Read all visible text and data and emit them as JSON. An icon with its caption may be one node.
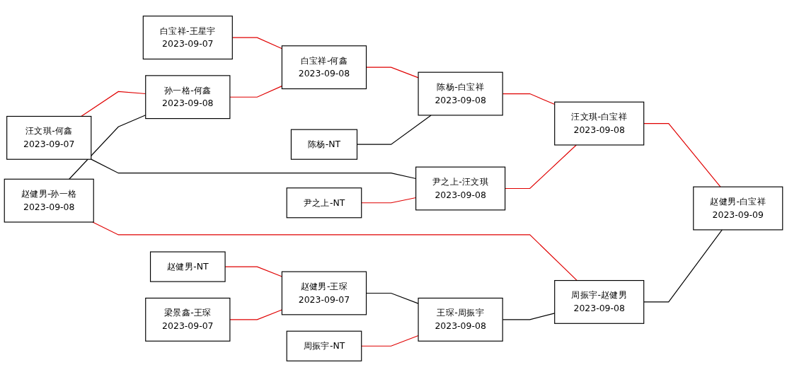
{
  "diagram": {
    "nodes": [
      {
        "text": [
          "汪文琪-何鑫",
          "2023-09-07"
        ]
      },
      {
        "text": [
          "赵健男-孙一格",
          "2023-09-08"
        ]
      },
      {
        "text": [
          "白宝祥-王星宇",
          "2023-09-07"
        ]
      },
      {
        "text": [
          "孙一格-何鑫",
          "2023-09-08"
        ]
      },
      {
        "text": [
          "陈杨-NT"
        ]
      },
      {
        "text": [
          "尹之上-NT"
        ]
      },
      {
        "text": [
          "赵健男-NT"
        ]
      },
      {
        "text": [
          "梁景鑫-王琛",
          "2023-09-07"
        ]
      },
      {
        "text": [
          "周振宇-NT"
        ]
      },
      {
        "text": [
          "白宝祥-何鑫",
          "2023-09-08"
        ]
      },
      {
        "text": [
          "赵健男-王琛",
          "2023-09-07"
        ]
      },
      {
        "text": [
          "陈杨-白宝祥",
          "2023-09-08"
        ]
      },
      {
        "text": [
          "尹之上-汪文琪",
          "2023-09-08"
        ]
      },
      {
        "text": [
          "王琛-周振宇",
          "2023-09-08"
        ]
      },
      {
        "text": [
          "汪文琪-白宝祥",
          "2023-09-08"
        ]
      },
      {
        "text": [
          "周振宇-赵健男",
          "2023-09-08"
        ]
      },
      {
        "text": [
          "赵健男-白宝祥",
          "2023-09-09"
        ]
      }
    ],
    "edges": [
      {
        "from": 0,
        "to": 3,
        "arrow": "none"
      },
      {
        "from": 1,
        "to": 3,
        "arrow": "none",
        "color": "#000000"
      },
      {
        "from": 0,
        "to": 12,
        "arrow": "none",
        "color": "#000000"
      },
      {
        "from": 1,
        "to": 15,
        "arrow": "none"
      },
      {
        "from": 2,
        "to": 9,
        "arrow": "none"
      },
      {
        "from": 3,
        "to": 9,
        "arrow": "none"
      },
      {
        "from": 9,
        "to": 11,
        "arrow": "none"
      },
      {
        "from": 4,
        "to": 11,
        "arrow": "none",
        "color": "#000000"
      },
      {
        "from": 5,
        "to": 12,
        "arrow": "none"
      },
      {
        "from": 6,
        "to": 10,
        "arrow": "none"
      },
      {
        "from": 7,
        "to": 10,
        "arrow": "none"
      },
      {
        "from": 10,
        "to": 13,
        "arrow": "none",
        "color": "#000000"
      },
      {
        "from": 8,
        "to": 13,
        "arrow": "none"
      },
      {
        "from": 11,
        "to": 14,
        "arrow": "none"
      },
      {
        "from": 12,
        "to": 14,
        "arrow": "none"
      },
      {
        "from": 13,
        "to": 15,
        "arrow": "none",
        "color": "#000000"
      },
      {
        "from": 14,
        "to": 16,
        "arrow": "none"
      },
      {
        "from": 15,
        "to": 16,
        "arrow": "none",
        "color": "#000000"
      }
    ]
  }
}
